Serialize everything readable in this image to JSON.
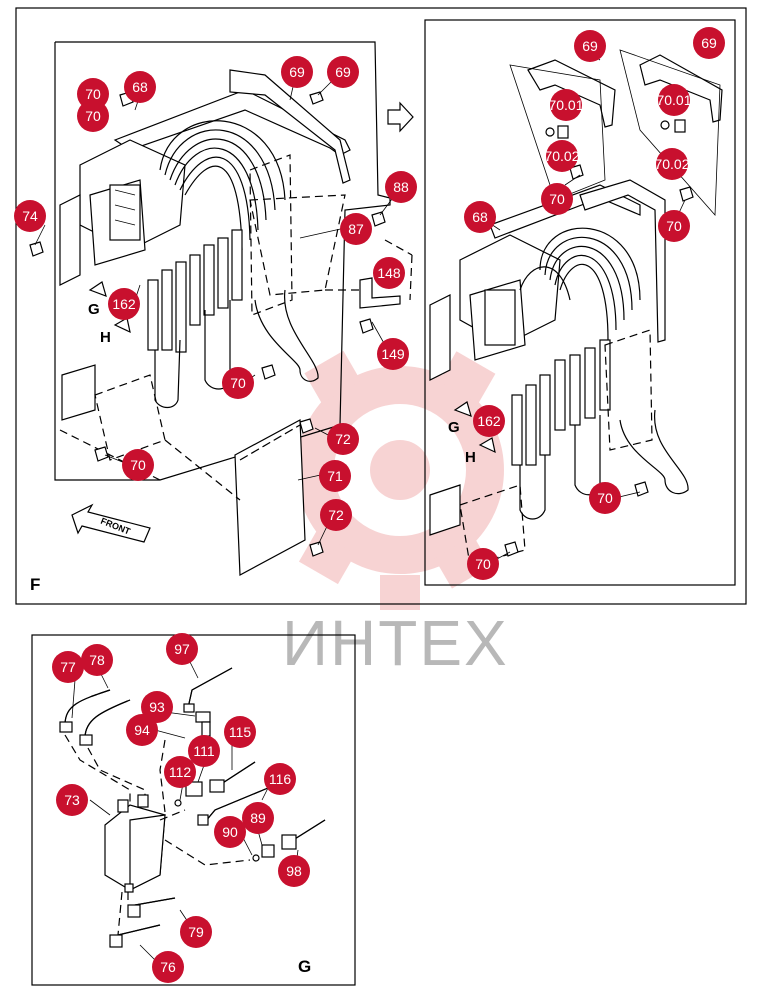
{
  "watermark": {
    "text": "ИНТЕХ",
    "color": "#f0b4b4"
  },
  "badge_color": "#c8102e",
  "panel_f": {
    "label": "F",
    "front_arrow_text": "FRONT",
    "view_markers": [
      "G",
      "H"
    ],
    "left_callouts": [
      "70",
      "68",
      "69",
      "69",
      "70",
      "74",
      "88",
      "87",
      "148",
      "162",
      "149",
      "70",
      "72",
      "71",
      "72",
      "70"
    ],
    "right_callouts": [
      "69",
      "69",
      "70.01",
      "70.01",
      "70.02",
      "70.02",
      "70",
      "70",
      "68",
      "162",
      "70",
      "70"
    ],
    "right_view_markers": [
      "G",
      "H"
    ]
  },
  "panel_g": {
    "label": "G",
    "callouts": [
      "77",
      "78",
      "97",
      "93",
      "94",
      "111",
      "115",
      "112",
      "116",
      "73",
      "89",
      "90",
      "98",
      "79",
      "76"
    ]
  }
}
